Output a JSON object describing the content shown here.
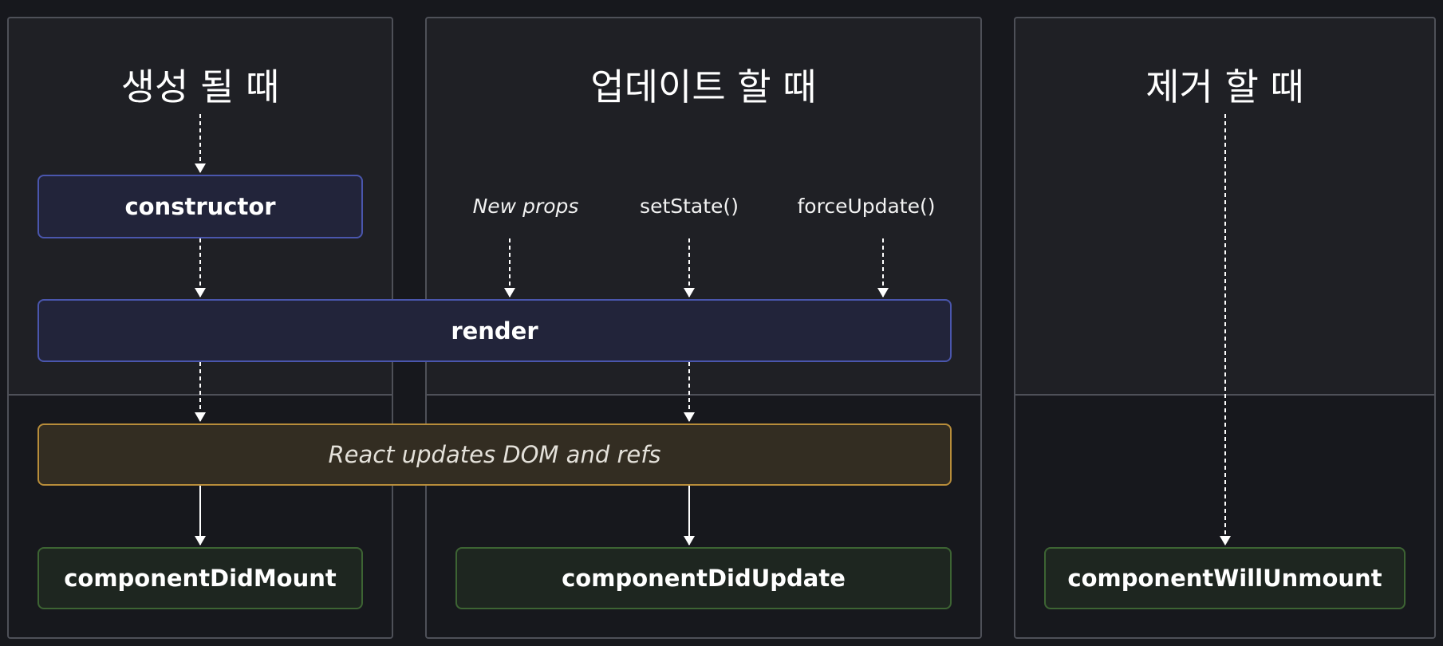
{
  "phases": {
    "mount": {
      "title": "생성 될 때"
    },
    "update": {
      "title": "업데이트 할 때"
    },
    "unmount": {
      "title": "제거 할 때"
    }
  },
  "triggers": {
    "new_props": "New props",
    "set_state": "setState()",
    "force_update": "forceUpdate()"
  },
  "methods": {
    "constructor": "constructor",
    "render": "render",
    "dom_update": "React updates DOM and refs",
    "did_mount": "componentDidMount",
    "did_update": "componentDidUpdate",
    "will_unmount": "componentWillUnmount"
  },
  "colors": {
    "background": "#17181d",
    "panel": "#1f2025",
    "panel_border": "#4e5058",
    "render_phase_border": "#4a56ad",
    "pre_commit_border": "#b88d3a",
    "commit_border": "#3d6433"
  }
}
